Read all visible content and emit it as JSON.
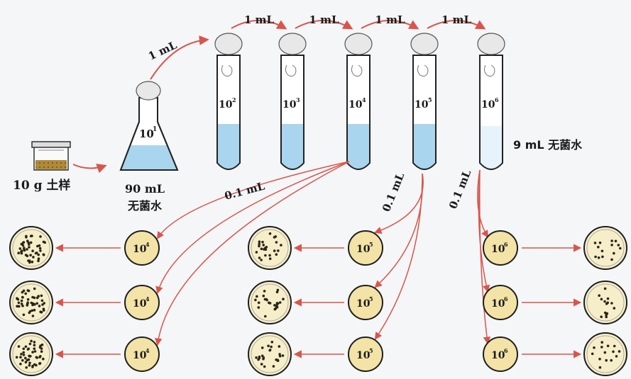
{
  "soil_sample": {
    "label": "10 g 土样"
  },
  "flask": {
    "dilution_base": "10",
    "dilution_exp": "1",
    "volume": "90 mL",
    "water": "无菌水"
  },
  "transfers": {
    "to_first_tube": "1 mL",
    "between_tubes": [
      "1 mL",
      "1 mL",
      "1 mL",
      "1 mL"
    ]
  },
  "tubes": [
    {
      "base": "10",
      "exp": "2"
    },
    {
      "base": "10",
      "exp": "3"
    },
    {
      "base": "10",
      "exp": "4"
    },
    {
      "base": "10",
      "exp": "5"
    },
    {
      "base": "10",
      "exp": "6"
    }
  ],
  "tube_water_label": "9 mL 无菌水",
  "plating_volume": [
    "0.1 mL",
    "0.1 mL",
    "0.1 mL"
  ],
  "plate_groups": [
    {
      "base": "10",
      "exp": "4",
      "colonies": "many"
    },
    {
      "base": "10",
      "exp": "5",
      "colonies": "medium"
    },
    {
      "base": "10",
      "exp": "6",
      "colonies": "few"
    }
  ],
  "colors": {
    "arrow": "#d9554b",
    "water": "#a9d6ee",
    "plate": "#f3e3a6",
    "plate_border": "#1e1e1e"
  }
}
